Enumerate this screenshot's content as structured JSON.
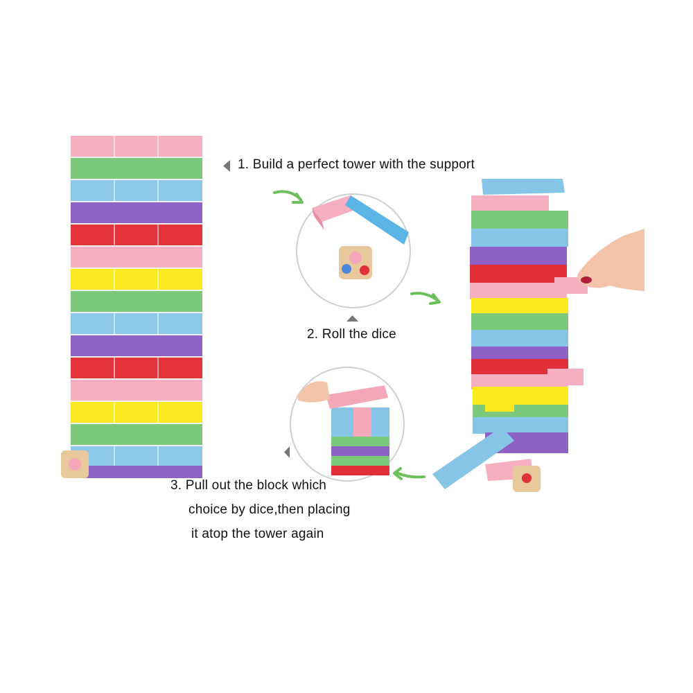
{
  "steps": {
    "step1": "1. Build a perfect tower with the support",
    "step2": "2. Roll the dice",
    "step3_line1": "3.  Pull out the block which",
    "step3_line2": "choice by dice,then placing",
    "step3_line3": "it atop the tower again"
  },
  "colors": {
    "pink": "#F4A7B9",
    "green": "#7CC87A",
    "blue": "#86C5E6",
    "purple": "#8E62C4",
    "red": "#E0313B",
    "yellow": "#FBEA1E",
    "arrow_green": "#6CC05C",
    "pointer_gray": "#777777"
  },
  "icons": [
    "dice-icon",
    "hand-icon",
    "arrow-icon",
    "pointer-triangle-icon"
  ]
}
